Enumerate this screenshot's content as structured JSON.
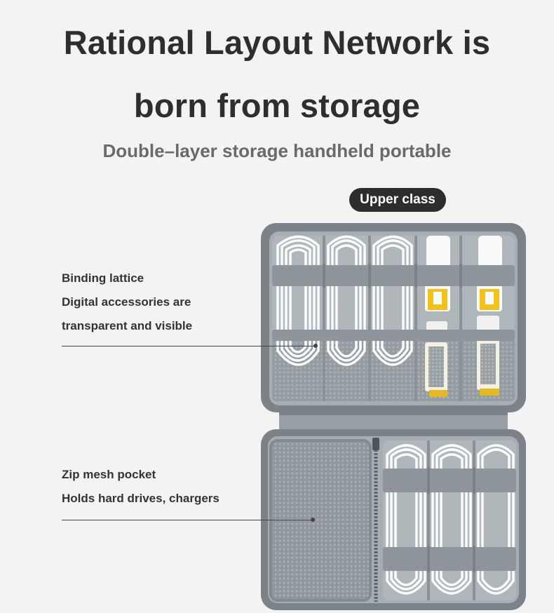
{
  "headline": {
    "line1": "Rational Layout Network is",
    "line2": "born from storage"
  },
  "subheadline": "Double–layer storage handheld portable",
  "badge": "Upper class",
  "callouts": [
    {
      "lines": [
        "Binding lattice",
        "Digital accessories are",
        "transparent and visible"
      ]
    },
    {
      "lines": [
        "Zip mesh pocket",
        "Holds hard drives, chargers"
      ]
    }
  ],
  "colors": {
    "background": "#f3f3f3",
    "case_shell": "#7d858a",
    "case_lining": "#a7afb4",
    "strap": "#8e969b",
    "cable": "#fafafa",
    "usb_accent": "#f2c21b",
    "badge_bg": "#2d2d2d"
  }
}
